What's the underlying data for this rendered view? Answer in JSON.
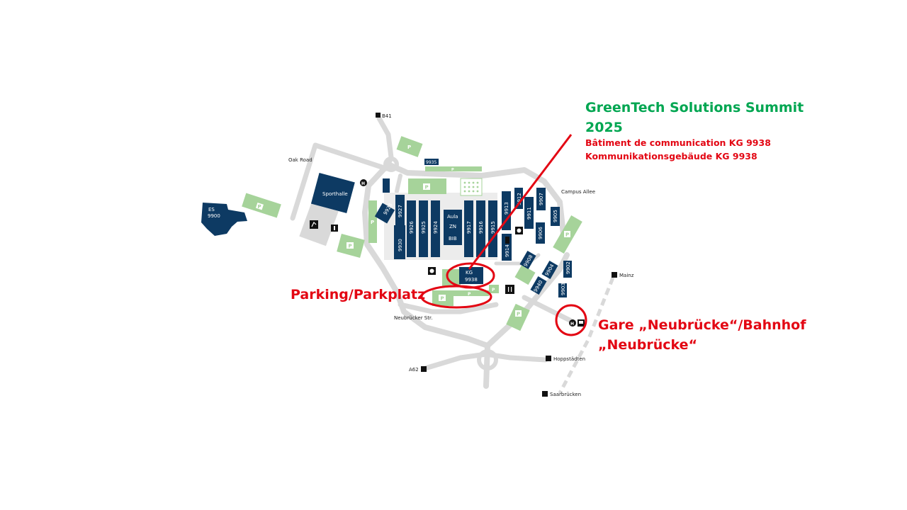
{
  "event": {
    "title_line1": "GreenTech Solutions Summit",
    "title_line2": "2025",
    "building_fr": "Bâtiment de communication KG 9938",
    "building_de": "Kommunikationsgebäude KG 9938"
  },
  "callouts": {
    "parking": "Parking/Parkplatz",
    "station_line1": "Gare „Neubrücke“/Bahnhof",
    "station_line2": "„Neubrücke“"
  },
  "roads": {
    "oak": "Oak Road",
    "campus_allee": "Campus Allee",
    "neubruecker": "Neubrücker Str.",
    "b41": "B41",
    "mainz": "Mainz",
    "hoppstaedten": "Hoppstädten",
    "a62": "A62",
    "saarbruecken": "Saarbrücken"
  },
  "buildings": {
    "es_line1": "ES",
    "es_line2": "9900",
    "sporthalle": "Sporthalle",
    "b9935": "9935",
    "b9928": "9928",
    "b9927": "9927",
    "b9926": "9926",
    "b9925": "9925",
    "b9924": "9924",
    "b9930": "9930",
    "aula": "Aula",
    "zn": "ZN",
    "bib": "BIB",
    "b9917": "9917",
    "b9916": "9916",
    "b9915": "9915",
    "b9913": "9913",
    "b9912": "9912",
    "b9911": "9911",
    "b9907": "9907",
    "b9905": "9905",
    "b9906": "9906",
    "b9914": "9914",
    "b9908": "9908",
    "b9904": "9904",
    "b9902": "9902",
    "b9903": "9903",
    "b9940": "9940",
    "kg_line1": "KG",
    "kg_line2": "9938"
  },
  "parking_sign": "P",
  "bus_sign": "H",
  "colors": {
    "building": "#0d3a63",
    "parking": "#a6d39a",
    "road": "#d9d9d9",
    "title_green": "#00a651",
    "annotation_red": "#e30613"
  },
  "icons": [
    "bus-stop-icon",
    "train-icon",
    "restaurant-icon",
    "sports-field-icon",
    "cafe-icon",
    "info-icon"
  ]
}
